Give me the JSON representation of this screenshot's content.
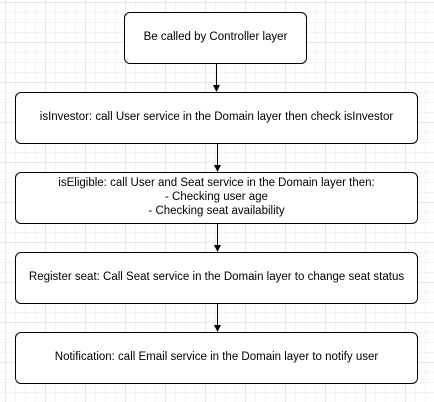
{
  "diagram": {
    "nodes": [
      {
        "id": "n1",
        "lines": [
          "Be called by Controller layer"
        ]
      },
      {
        "id": "n2",
        "lines": [
          "isInvestor: call User service in the Domain layer then check isInvestor"
        ]
      },
      {
        "id": "n3",
        "lines": [
          "isEligible: call User and Seat service in the Domain layer then:",
          "- Checking user age",
          "- Checking seat availability"
        ]
      },
      {
        "id": "n4",
        "lines": [
          "Register seat: Call Seat service in the Domain layer to change seat status"
        ]
      },
      {
        "id": "n5",
        "lines": [
          "Notification: call Email service in the Domain layer to notify user"
        ]
      }
    ],
    "edges": [
      {
        "from": "n1",
        "to": "n2"
      },
      {
        "from": "n2",
        "to": "n3"
      },
      {
        "from": "n3",
        "to": "n4"
      },
      {
        "from": "n4",
        "to": "n5"
      }
    ]
  }
}
